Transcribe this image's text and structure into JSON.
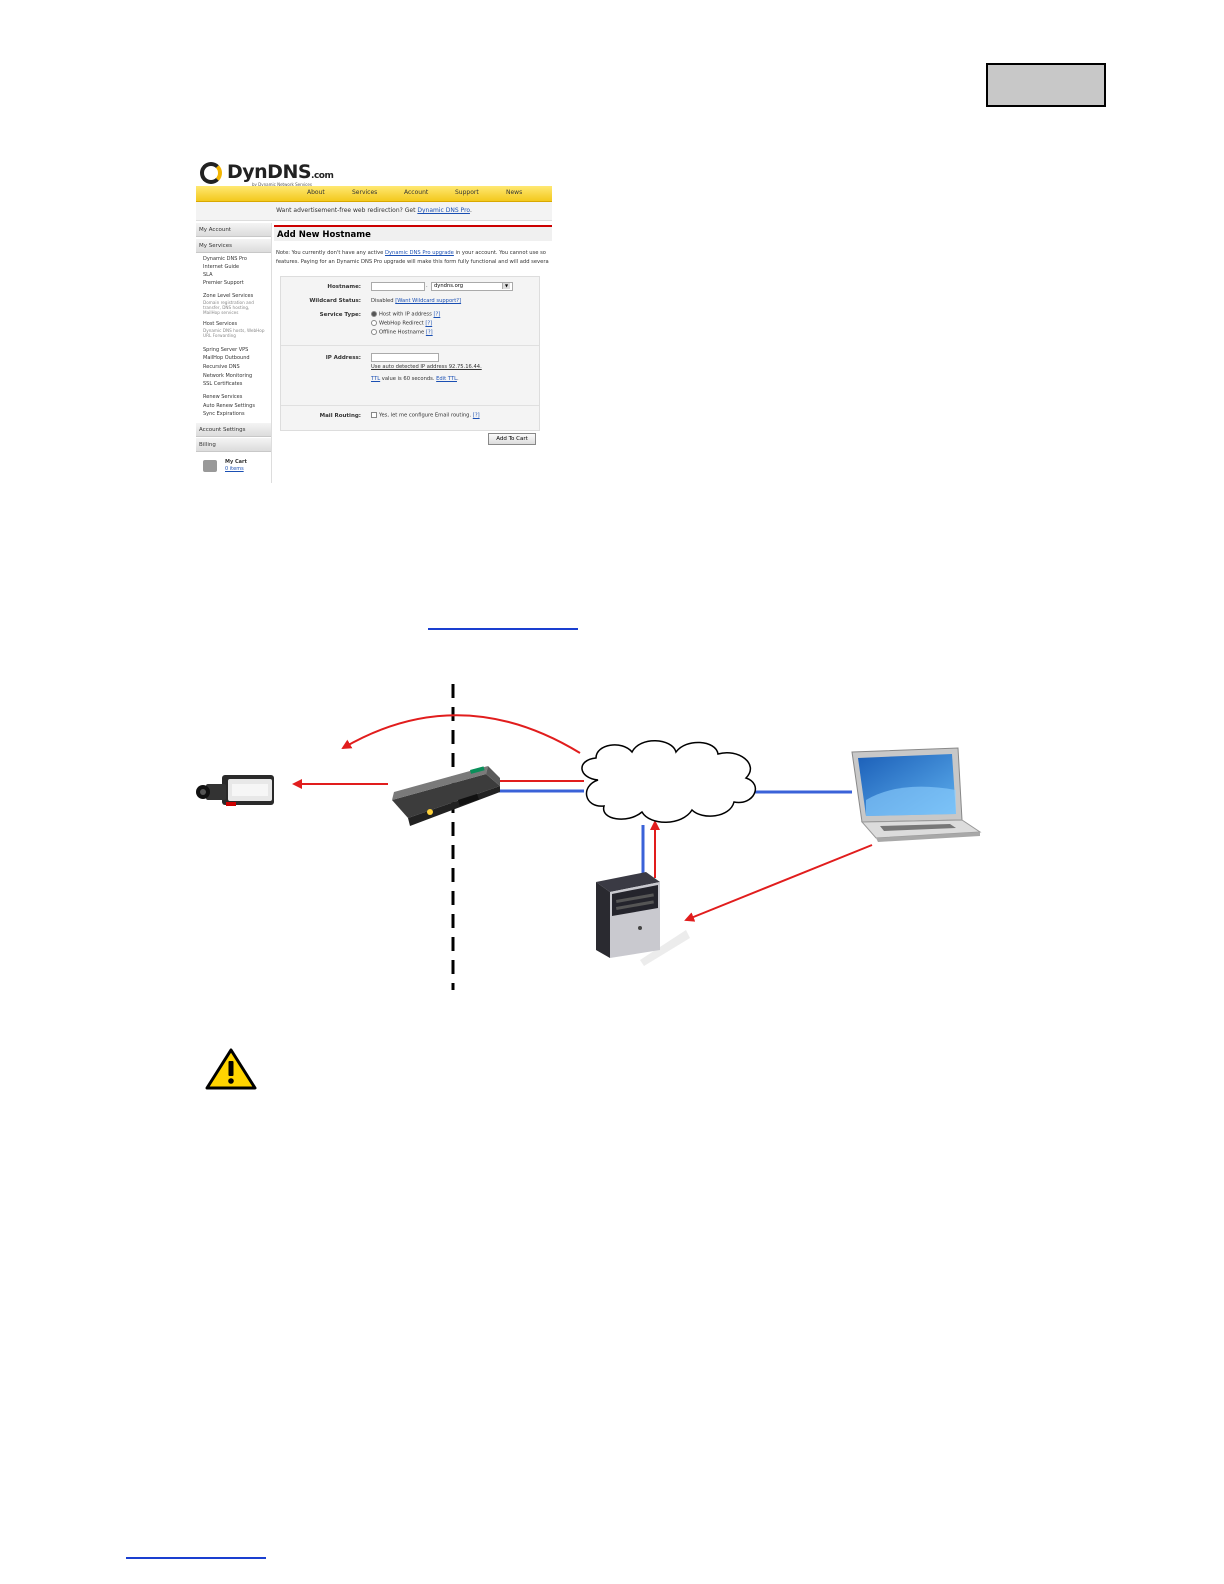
{
  "dyndns": {
    "logo_text": "DynDNS",
    "logo_suffix": ".com",
    "logo_sub": "by Dynamic Network Services Inc.",
    "nav": [
      "About",
      "Services",
      "Account",
      "Support",
      "News"
    ],
    "promo_text": "Want advertisement-free web redirection? Get ",
    "promo_link": "Dynamic DNS Pro",
    "promo_end": ".",
    "sidebar": {
      "my_account": "My Account",
      "my_services": "My Services",
      "items_group1": [
        "Dynamic DNS Pro",
        "Internet Guide",
        "SLA",
        "Premier Support"
      ],
      "zone_title": "Zone Level Services",
      "zone_desc": [
        "Domain registration and",
        "transfer, DNS hosting,",
        "MailHop services"
      ],
      "host_title": "Host Services",
      "host_desc": [
        "Dynamic DNS hosts, WebHop",
        "URL Forwarding"
      ],
      "items_group2": [
        "Spring Server VPS",
        "MailHop Outbound",
        "Recursive DNS",
        "Network Monitoring",
        "SSL Certificates"
      ],
      "items_group3": [
        "Renew Services",
        "Auto Renew Settings",
        "Sync Expirations"
      ],
      "account_settings": "Account Settings",
      "billing": "Billing",
      "my_cart": "My Cart",
      "cart_items": "0 items"
    },
    "main_title": "Add New Hostname",
    "note_line1_a": "Note: You currently don't have any active ",
    "note_link": "Dynamic DNS Pro upgrade",
    "note_line1_b": " in your account. You cannot use so",
    "note_line2": "features. Paying for an Dynamic DNS Pro upgrade will make this form fully functional and will add severa",
    "form": {
      "hostname_label": "Hostname:",
      "hostname_value": "",
      "domain_value": "dyndns.org",
      "wildcard_label": "Wildcard Status:",
      "wildcard_value": "Disabled",
      "wildcard_link": "[Want Wildcard support?]",
      "service_label": "Service Type:",
      "service_options": [
        "Host with IP address",
        "WebHop Redirect",
        "Offline Hostname"
      ],
      "help_mark": "[?]",
      "ip_label": "IP Address:",
      "ip_value": "",
      "ip_auto_link": "Use auto detected IP address 92.75.16.44.",
      "ttl_link": "TTL",
      "ttl_text": " value is 60 seconds. ",
      "ttl_edit": "Edit TTL",
      "mail_label": "Mail Routing:",
      "mail_text": "Yes, let me configure Email routing.",
      "add_button": "Add To Cart"
    }
  },
  "colors": {
    "arrow_red": "#e11d1d",
    "line_blue": "#3a62d8",
    "nav_yellow": "#f3c91d",
    "link_blue": "#1a3fd0"
  },
  "icons": [
    "camera-icon",
    "router-icon",
    "cloud-icon",
    "laptop-icon",
    "server-icon",
    "warning-icon"
  ]
}
